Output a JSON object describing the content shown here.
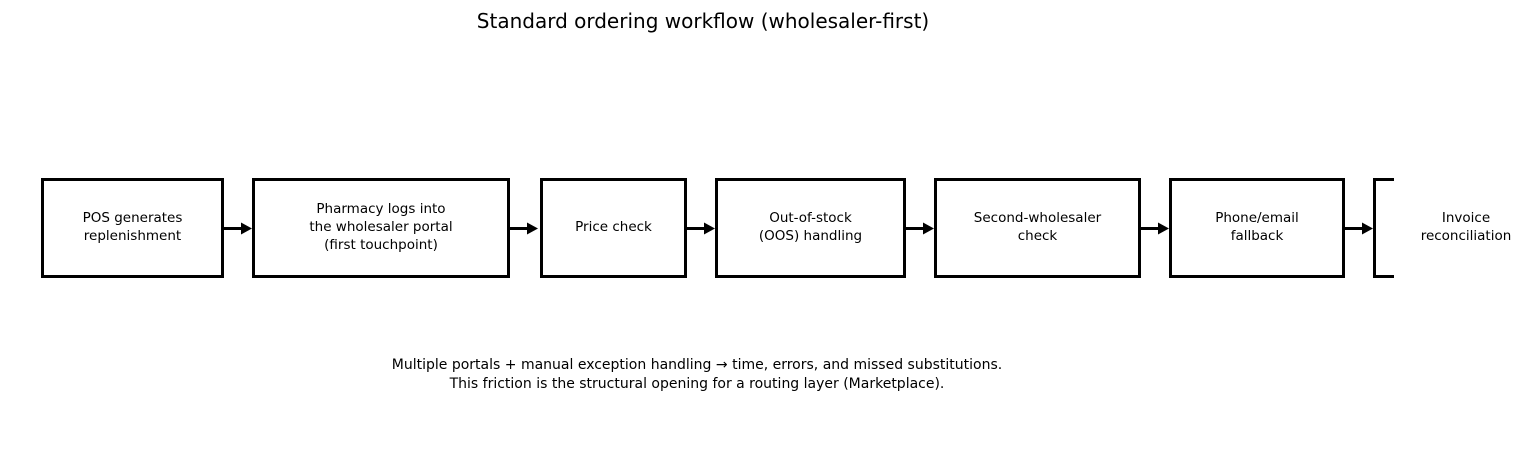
{
  "title": "Standard ordering workflow (wholesaler-first)",
  "flow": {
    "nodes": [
      {
        "label": "POS generates\nreplenishment"
      },
      {
        "label": "Pharmacy logs into\nthe wholesaler portal\n(first touchpoint)"
      },
      {
        "label": "Price check"
      },
      {
        "label": "Out-of-stock\n(OOS) handling"
      },
      {
        "label": "Second-wholesaler\ncheck"
      },
      {
        "label": "Phone/email\nfallback"
      },
      {
        "label": "Invoice\nreconciliation"
      }
    ],
    "connector": "right-arrow"
  },
  "caption": "Multiple portals + manual exception handling → time, errors, and missed substitutions.\nThis friction is the structural opening for a routing layer (Marketplace).",
  "colors": {
    "ink": "#000000",
    "background": "#ffffff"
  }
}
